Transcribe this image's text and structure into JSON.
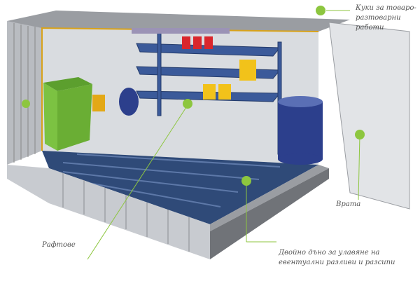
{
  "labels": {
    "hooks_line1": "Куки за товаро-",
    "hooks_line2": "разтоварни работи",
    "shelves": "Рафтове",
    "door": "Врата",
    "sump_line1": "Двойно дъно за улавяне на",
    "sump_line2": "евентуални разливи и разсипи"
  },
  "colors": {
    "accent": "#8dc63f",
    "container": "#c8cbd0",
    "floor": "#2f4a78",
    "bin": "#7cc242",
    "drum": "#2c3f8c",
    "can": "#f2c21a",
    "red": "#d9262c"
  }
}
